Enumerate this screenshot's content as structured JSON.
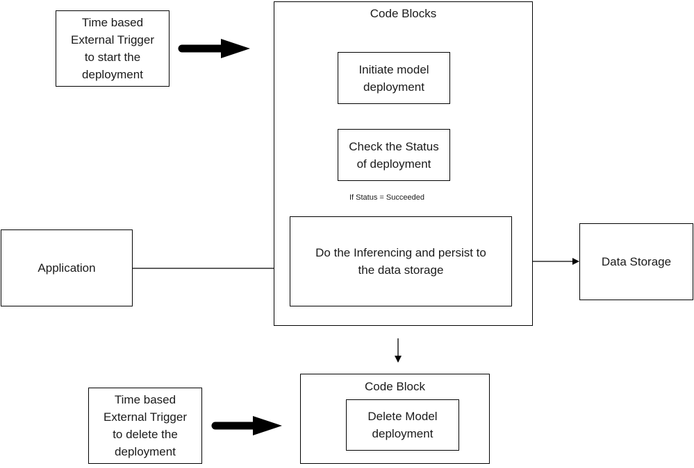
{
  "diagram": {
    "trigger_start": "Time based\nExternal Trigger\nto start the\ndeployment",
    "code_blocks_title": "Code Blocks",
    "initiate": "Initiate model\ndeployment",
    "check_status": "Check the Status\nof deployment",
    "condition": "If Status = Succeeded",
    "inferencing": "Do the Inferencing and persist to\nthe data storage",
    "application": "Application",
    "data_storage": "Data Storage",
    "code_block_title": "Code Block",
    "delete_model": "Delete Model\ndeployment",
    "trigger_delete": "Time based\nExternal Trigger\nto delete the\ndeployment"
  }
}
